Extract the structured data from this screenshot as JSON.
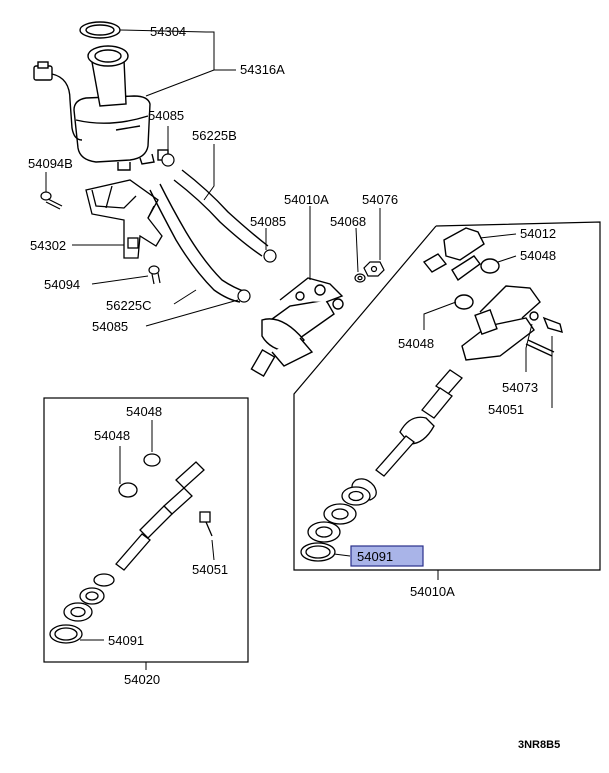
{
  "diagram": {
    "labels": {
      "l54304": "54304",
      "l54316A": "54316A",
      "l54085_top": "54085",
      "l54094B": "54094B",
      "l56225B": "56225B",
      "l54010A_top": "54010A",
      "l54076": "54076",
      "l54085_mid": "54085",
      "l54068": "54068",
      "l54302": "54302",
      "l54094": "54094",
      "l56225C": "56225C",
      "l54085_low": "54085",
      "l54012": "54012",
      "l54048_r1": "54048",
      "l54048_r2": "54048",
      "l54073": "54073",
      "l54051_r": "54051",
      "l54091_r": "54091",
      "l54010A_bot": "54010A",
      "l54048_l1": "54048",
      "l54048_l2": "54048",
      "l54051_l": "54051",
      "l54091_l": "54091",
      "l54020": "54020"
    },
    "diagram_code": "3NR8B5",
    "highlight_color": "#a9b4e8"
  }
}
